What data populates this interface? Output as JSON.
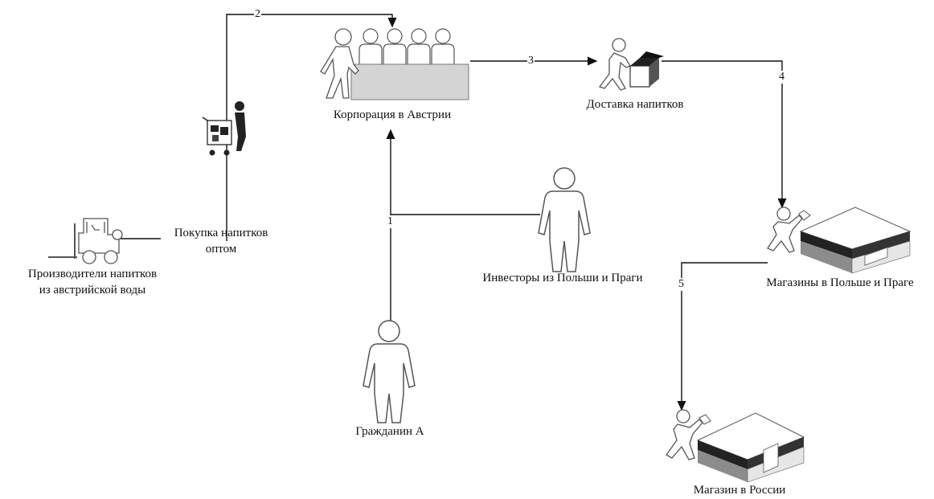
{
  "nodes": {
    "producers": {
      "line1": "Производители напитков",
      "line2": "из австрийской воды"
    },
    "wholesale": {
      "line1": "Покупка напитков",
      "line2": "оптом"
    },
    "corporation": {
      "label": "Корпорация в Австрии"
    },
    "delivery": {
      "label": "Доставка напитков"
    },
    "investors": {
      "label": "Инвесторы из Польши и Праги"
    },
    "shops_pl_cz": {
      "label": "Магазины в Польше и Праге"
    },
    "citizen": {
      "label": "Гражданин А"
    },
    "shop_ru": {
      "label": "Магазин в России"
    }
  },
  "edges": [
    {
      "num": "1"
    },
    {
      "num": "2"
    },
    {
      "num": "3"
    },
    {
      "num": "4"
    },
    {
      "num": "5"
    }
  ],
  "colors": {
    "line": "#111111",
    "figure_fill": "#ffffff",
    "figure_stroke": "#555555",
    "table_fill": "#d4d4d4",
    "store_dark": "#333333",
    "store_gray": "#8c8c8c",
    "store_light": "#e6e6e6"
  }
}
